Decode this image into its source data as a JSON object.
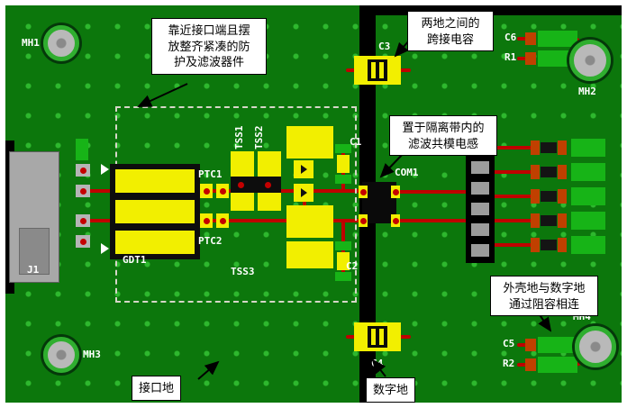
{
  "refdes": {
    "mh1": "MH1",
    "mh2": "MH2",
    "mh3": "MH3",
    "mh4": "MH4",
    "j1": "J1",
    "gdt1": "GDT1",
    "ptc1": "PTC1",
    "ptc2": "PTC2",
    "tss1": "TSS1",
    "tss2": "TSS2",
    "tss3": "TSS3",
    "c1": "C1",
    "c2": "C2",
    "c3": "C3",
    "c4": "C4",
    "c5": "C5",
    "c6": "C6",
    "r1": "R1",
    "r2": "R2",
    "com1": "COM1"
  },
  "callouts": {
    "protection": {
      "lines": [
        "靠近接口端且摆",
        "放整齐紧凑的防",
        "护及滤波器件"
      ]
    },
    "bridge_cap": {
      "lines": [
        "两地之间的",
        "跨接电容"
      ]
    },
    "cm_choke": {
      "lines": [
        "置于隔离带内的",
        "滤波共模电感"
      ]
    },
    "rc_link": {
      "lines": [
        "外壳地与数字地",
        "通过阻容相连"
      ]
    },
    "interface_ground": {
      "label": "接口地"
    },
    "digital_ground": {
      "label": "数字地"
    }
  },
  "colors": {
    "board_green": "#0c770c",
    "via_dot_green": "#2eb82e",
    "component_yellow": "#f2ef00",
    "trace_red": "#bf0000",
    "silkscreen_white": "#ffffff",
    "isolation_black": "#000000",
    "pad_gray": "#b5b5b5"
  }
}
